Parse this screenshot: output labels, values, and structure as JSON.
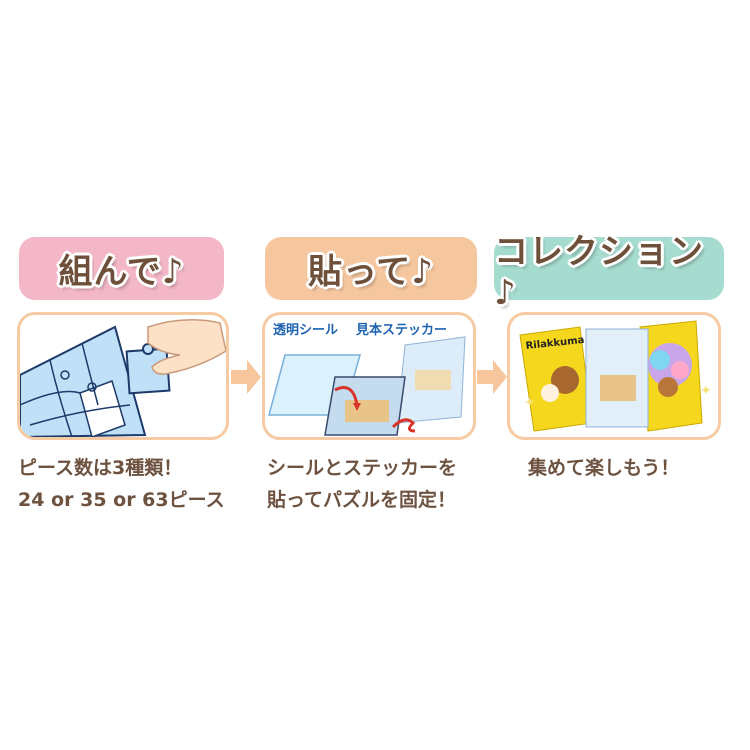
{
  "steps": [
    {
      "label": "組んで♪",
      "label_color": "#f3b7c7",
      "caption_line1": "ピース数は3種類！",
      "caption_line2": "24 or 35 or 63ピース",
      "illustration": "hand-placing-puzzle-piece"
    },
    {
      "label": "貼って♪",
      "label_color": "#f6c79f",
      "panel_header_left": "透明シール",
      "panel_header_right": "見本ステッカー",
      "caption_line1": "シールとステッカーを",
      "caption_line2": "貼ってパズルを固定！",
      "illustration": "clear-sheet-and-sample-sticker"
    },
    {
      "label": "コレクション♪",
      "label_color": "#a6dcd0",
      "caption_line1": "集めて楽しもう！",
      "illustration": "three-puzzle-collection",
      "puzzle_title_text": "Rilakkuma"
    }
  ],
  "colors": {
    "text_brown": "#6e5240",
    "panel_border": "#f6caa2",
    "arrow": "#f8c69c",
    "header_blue": "#1e63b0",
    "puzzle_blue": "#bfe0f6"
  }
}
